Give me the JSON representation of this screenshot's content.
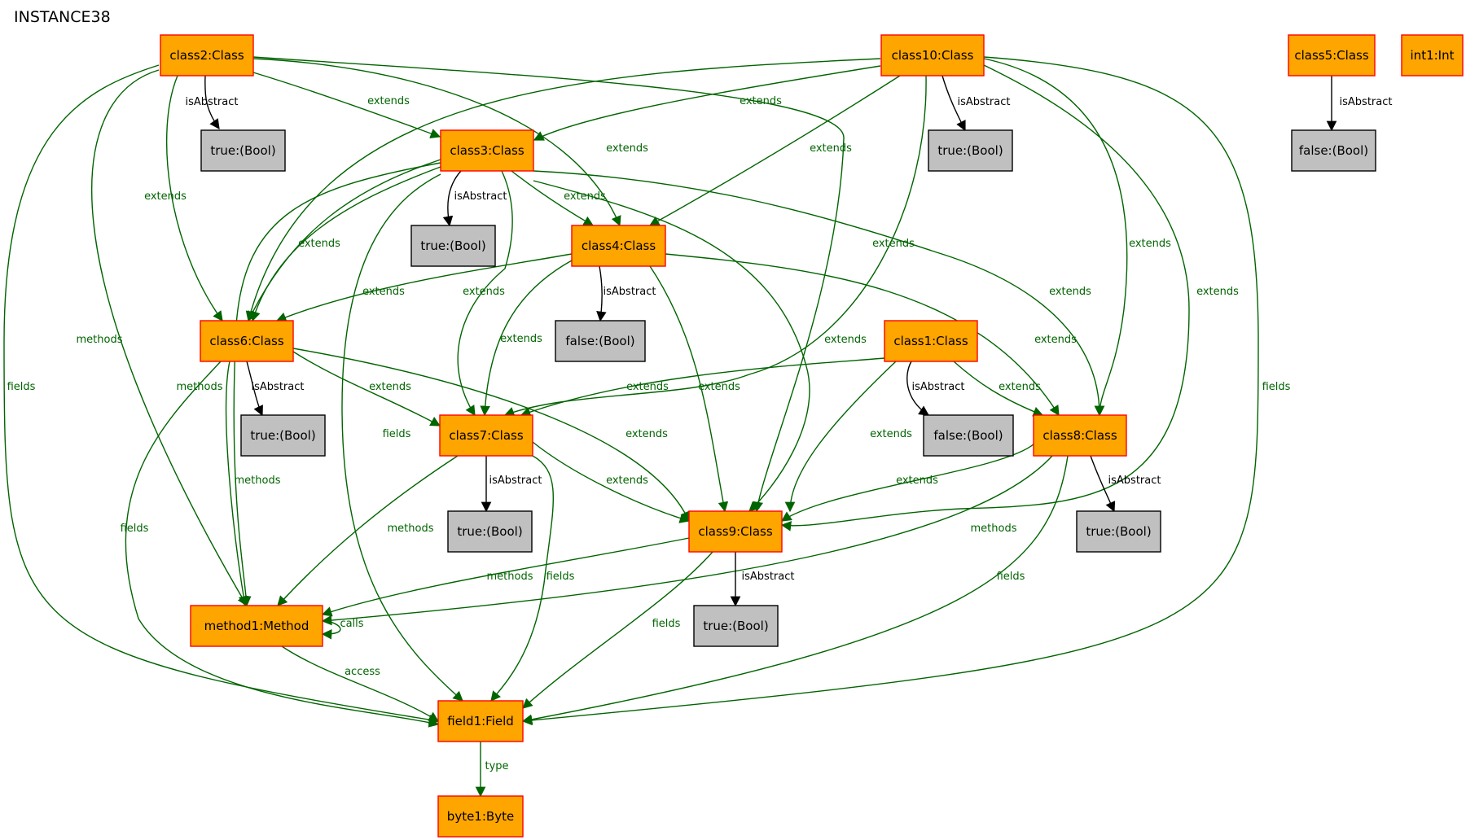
{
  "title": "INSTANCE38",
  "colors": {
    "object_fill": "#ffa500",
    "object_border": "#ff0000",
    "value_fill": "#c0c0c0",
    "value_border": "#000000",
    "relation_edge": "#006400",
    "attribute_edge": "#000000"
  },
  "nodes": [
    {
      "id": "class2",
      "label": "class2:Class",
      "kind": "object"
    },
    {
      "id": "class10",
      "label": "class10:Class",
      "kind": "object"
    },
    {
      "id": "class5",
      "label": "class5:Class",
      "kind": "object"
    },
    {
      "id": "int1",
      "label": "int1:Int",
      "kind": "object"
    },
    {
      "id": "b_c2",
      "label": "true:(Bool)",
      "kind": "value"
    },
    {
      "id": "class3",
      "label": "class3:Class",
      "kind": "object"
    },
    {
      "id": "b_c10",
      "label": "true:(Bool)",
      "kind": "value"
    },
    {
      "id": "b_c5",
      "label": "false:(Bool)",
      "kind": "value"
    },
    {
      "id": "b_c3",
      "label": "true:(Bool)",
      "kind": "value"
    },
    {
      "id": "class4",
      "label": "class4:Class",
      "kind": "object"
    },
    {
      "id": "class6",
      "label": "class6:Class",
      "kind": "object"
    },
    {
      "id": "b_c4",
      "label": "false:(Bool)",
      "kind": "value"
    },
    {
      "id": "class1",
      "label": "class1:Class",
      "kind": "object"
    },
    {
      "id": "b_c6",
      "label": "true:(Bool)",
      "kind": "value"
    },
    {
      "id": "class7",
      "label": "class7:Class",
      "kind": "object"
    },
    {
      "id": "b_c1",
      "label": "false:(Bool)",
      "kind": "value"
    },
    {
      "id": "class8",
      "label": "class8:Class",
      "kind": "object"
    },
    {
      "id": "b_c7",
      "label": "true:(Bool)",
      "kind": "value"
    },
    {
      "id": "class9",
      "label": "class9:Class",
      "kind": "object"
    },
    {
      "id": "b_c8",
      "label": "true:(Bool)",
      "kind": "value"
    },
    {
      "id": "method1",
      "label": "method1:Method",
      "kind": "object"
    },
    {
      "id": "b_c9",
      "label": "true:(Bool)",
      "kind": "value"
    },
    {
      "id": "field1",
      "label": "field1:Field",
      "kind": "object"
    },
    {
      "id": "byte1",
      "label": "byte1:Byte",
      "kind": "object"
    }
  ],
  "edges": [
    {
      "from": "class2",
      "to": "b_c2",
      "label": "isAbstract",
      "kind": "attribute"
    },
    {
      "from": "class2",
      "to": "class3",
      "label": "extends",
      "kind": "relation"
    },
    {
      "from": "class2",
      "to": "class4",
      "label": "extends",
      "kind": "relation"
    },
    {
      "from": "class2",
      "to": "class6",
      "label": "extends",
      "kind": "relation"
    },
    {
      "from": "class2",
      "to": "class9",
      "label": "",
      "kind": "relation"
    },
    {
      "from": "class2",
      "to": "method1",
      "label": "methods",
      "kind": "relation"
    },
    {
      "from": "class2",
      "to": "field1",
      "label": "fields",
      "kind": "relation"
    },
    {
      "from": "class10",
      "to": "b_c10",
      "label": "isAbstract",
      "kind": "attribute"
    },
    {
      "from": "class10",
      "to": "class3",
      "label": "extends",
      "kind": "relation"
    },
    {
      "from": "class10",
      "to": "class4",
      "label": "extends",
      "kind": "relation"
    },
    {
      "from": "class10",
      "to": "class6",
      "label": "",
      "kind": "relation"
    },
    {
      "from": "class10",
      "to": "class7",
      "label": "extends",
      "kind": "relation"
    },
    {
      "from": "class10",
      "to": "class8",
      "label": "extends",
      "kind": "relation"
    },
    {
      "from": "class10",
      "to": "class9",
      "label": "extends",
      "kind": "relation"
    },
    {
      "from": "class10",
      "to": "field1",
      "label": "fields",
      "kind": "relation"
    },
    {
      "from": "class5",
      "to": "b_c5",
      "label": "isAbstract",
      "kind": "attribute"
    },
    {
      "from": "class3",
      "to": "b_c3",
      "label": "isAbstract",
      "kind": "attribute"
    },
    {
      "from": "class3",
      "to": "class4",
      "label": "extends",
      "kind": "relation"
    },
    {
      "from": "class3",
      "to": "class6",
      "label": "extends",
      "kind": "relation"
    },
    {
      "from": "class3",
      "to": "class6",
      "label": "extends",
      "kind": "relation"
    },
    {
      "from": "class3",
      "to": "class7",
      "label": "extends",
      "kind": "relation"
    },
    {
      "from": "class3",
      "to": "class8",
      "label": "extends",
      "kind": "relation"
    },
    {
      "from": "class3",
      "to": "class9",
      "label": "extends",
      "kind": "relation"
    },
    {
      "from": "class3",
      "to": "method1",
      "label": "methods",
      "kind": "relation"
    },
    {
      "from": "class3",
      "to": "field1",
      "label": "fields",
      "kind": "relation"
    },
    {
      "from": "class4",
      "to": "b_c4",
      "label": "isAbstract",
      "kind": "attribute"
    },
    {
      "from": "class4",
      "to": "class6",
      "label": "extends",
      "kind": "relation"
    },
    {
      "from": "class4",
      "to": "class7",
      "label": "extends",
      "kind": "relation"
    },
    {
      "from": "class4",
      "to": "class8",
      "label": "extends",
      "kind": "relation"
    },
    {
      "from": "class4",
      "to": "class9",
      "label": "extends",
      "kind": "relation"
    },
    {
      "from": "class6",
      "to": "b_c6",
      "label": "isAbstract",
      "kind": "attribute"
    },
    {
      "from": "class6",
      "to": "class7",
      "label": "extends",
      "kind": "relation"
    },
    {
      "from": "class6",
      "to": "class9",
      "label": "extends",
      "kind": "relation"
    },
    {
      "from": "class6",
      "to": "method1",
      "label": "methods",
      "kind": "relation"
    },
    {
      "from": "class6",
      "to": "field1",
      "label": "fields",
      "kind": "relation"
    },
    {
      "from": "class1",
      "to": "b_c1",
      "label": "isAbstract",
      "kind": "attribute"
    },
    {
      "from": "class1",
      "to": "class7",
      "label": "extends",
      "kind": "relation"
    },
    {
      "from": "class1",
      "to": "class8",
      "label": "extends",
      "kind": "relation"
    },
    {
      "from": "class1",
      "to": "class9",
      "label": "extends",
      "kind": "relation"
    },
    {
      "from": "class7",
      "to": "b_c7",
      "label": "isAbstract",
      "kind": "attribute"
    },
    {
      "from": "class7",
      "to": "class9",
      "label": "extends",
      "kind": "relation"
    },
    {
      "from": "class7",
      "to": "method1",
      "label": "methods",
      "kind": "relation"
    },
    {
      "from": "class7",
      "to": "field1",
      "label": "fields",
      "kind": "relation"
    },
    {
      "from": "class8",
      "to": "b_c8",
      "label": "isAbstract",
      "kind": "attribute"
    },
    {
      "from": "class8",
      "to": "class9",
      "label": "extends",
      "kind": "relation"
    },
    {
      "from": "class8",
      "to": "method1",
      "label": "methods",
      "kind": "relation"
    },
    {
      "from": "class8",
      "to": "field1",
      "label": "fields",
      "kind": "relation"
    },
    {
      "from": "class9",
      "to": "b_c9",
      "label": "isAbstract",
      "kind": "attribute"
    },
    {
      "from": "class9",
      "to": "method1",
      "label": "methods",
      "kind": "relation"
    },
    {
      "from": "class9",
      "to": "field1",
      "label": "fields",
      "kind": "relation"
    },
    {
      "from": "method1",
      "to": "method1",
      "label": "calls",
      "kind": "relation"
    },
    {
      "from": "method1",
      "to": "field1",
      "label": "access",
      "kind": "relation"
    },
    {
      "from": "field1",
      "to": "byte1",
      "label": "type",
      "kind": "relation"
    }
  ]
}
